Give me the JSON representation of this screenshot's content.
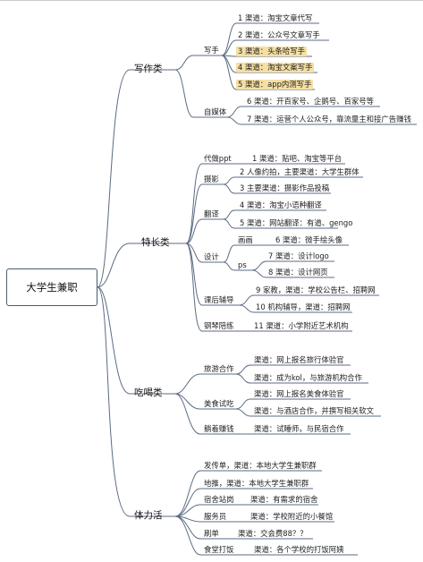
{
  "root": "大学生兼职",
  "categories": {
    "writing": "写作类",
    "special": "特长类",
    "food": "吃喝类",
    "physical": "体力活"
  },
  "writing": {
    "xieshou": "写手",
    "items": [
      "1  渠道：淘宝文章代写",
      "2  渠道：公众号文章写手",
      "3  渠道：头条哈写手",
      "4  渠道：淘宝文案写手",
      "5  渠道：app内测写手"
    ],
    "zimeiti": "自媒体",
    "zimeiti_items": [
      "6  渠道：开百家号、企鹅号、百家号等",
      "7  渠道：运营个人公众号，靠流量主和接广告赚钱"
    ]
  },
  "special": {
    "ppt": "代做ppt",
    "ppt_item": "1  渠道：贴吧、淘宝等平台",
    "sheying": "摄影",
    "sheying_items": [
      "2  人像约拍，主要渠道：大学生群体",
      "3  主要渠道：摄影作品投稿"
    ],
    "fanyi": "翻译",
    "fanyi_items": [
      "4  渠道：淘宝小语种翻译",
      "5  渠道：网站翻译：有道、gengo"
    ],
    "sheji": "设计",
    "huahua": "画画",
    "huahua_item": "6  渠道：微手绘头像",
    "ps": "ps",
    "ps_items": [
      "7  渠道：设计logo",
      "8  渠道：设计网页"
    ],
    "kehou": "课后辅导",
    "kehou_items": [
      "9  家教，渠道：学校公告栏、招聘网",
      "10  机构辅导，渠道：招聘网"
    ],
    "gangqin": "钢琴陪练",
    "gangqin_item": "11  渠道：小学附近艺术机构"
  },
  "food": {
    "lvyou": "旅游合作",
    "lvyou_items": [
      "渠道：网上报名旅行体验官",
      "渠道：成为kol，与旅游机构合作"
    ],
    "meishi": "美食试吃",
    "meishi_items": [
      "渠道：网上报名美食体验官",
      "渠道：与酒店合作，并撰写相关软文"
    ],
    "shuimian": "躺着赚钱",
    "shuimian_item": "渠道：试睡师，与民宿合作"
  },
  "physical": {
    "items": [
      "发传单，渠道：本地大学生兼职群",
      "地推，渠道：本地大学生兼职群",
      "宿舍站岗",
      "服务员",
      "刷单",
      "食堂打饭"
    ],
    "sub": {
      "sushe": "渠道：有需求的宿舍",
      "fuwu": "渠道：学校附近的小餐馆",
      "shuadan": "渠道：交会费88？？",
      "shitang": "渠道：各个学校的打饭阿姨"
    }
  }
}
